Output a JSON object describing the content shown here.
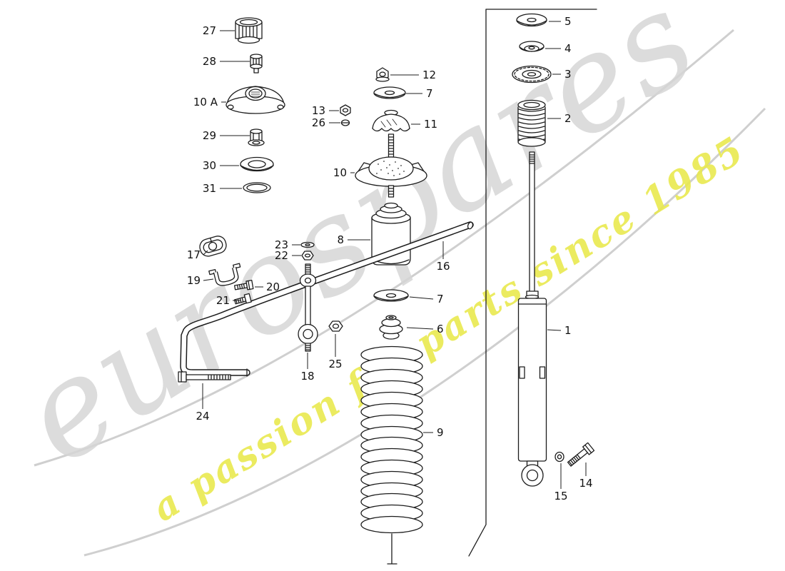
{
  "watermark": {
    "brand": "eurospares",
    "tagline": "a passion for parts since 1985"
  },
  "colors": {
    "watermark_gray": "#d6d6d6",
    "watermark_yellow": "#e9e94f",
    "swoosh_gray": "#cfcfcf",
    "line_ink": "#1c1c1c"
  },
  "callouts": {
    "c1": "1",
    "c2": "2",
    "c3": "3",
    "c4": "4",
    "c5": "5",
    "c6": "6",
    "c7a": "7",
    "c7b": "7",
    "c8": "8",
    "c9": "9",
    "c10": "10",
    "c10a": "10 A",
    "c11": "11",
    "c12": "12",
    "c13": "13",
    "c14": "14",
    "c15": "15",
    "c16": "16",
    "c17": "17",
    "c18": "18",
    "c19": "19",
    "c20": "20",
    "c21": "21",
    "c22": "22",
    "c23": "23",
    "c24": "24",
    "c25": "25",
    "c26": "26",
    "c27": "27",
    "c28": "28",
    "c29": "29",
    "c30": "30",
    "c31": "31"
  }
}
